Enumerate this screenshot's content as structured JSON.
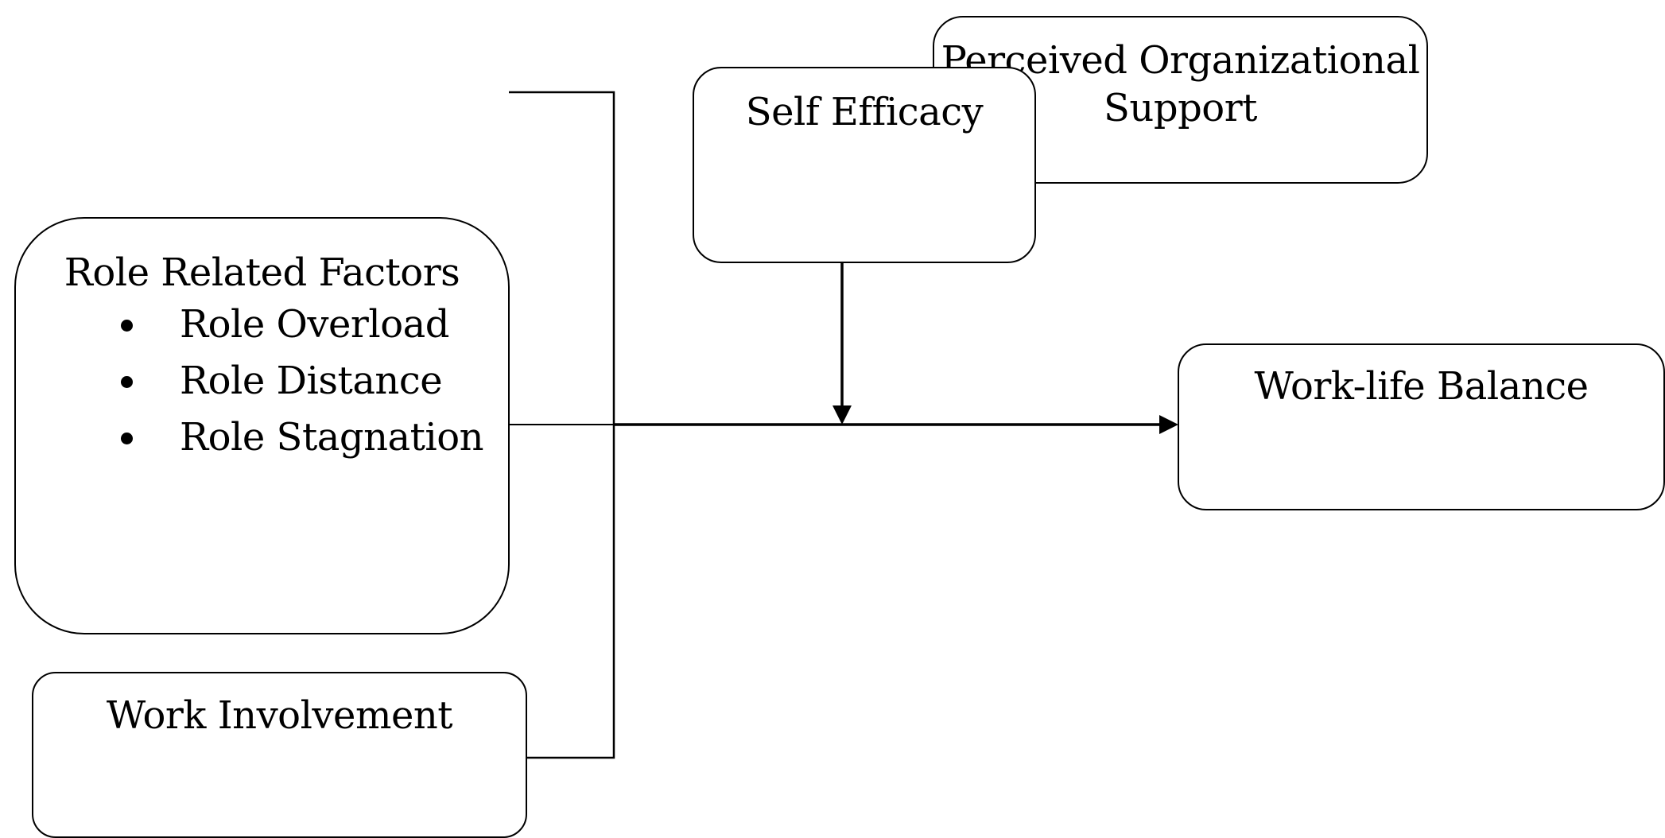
{
  "boxes": {
    "perceived_org_support": {
      "line1": "Perceived Organizational",
      "line2": "Support"
    },
    "self_efficacy": {
      "title": "Self Efficacy"
    },
    "role_related_factors": {
      "title": "Role Related Factors",
      "items": [
        "Role Overload",
        "Role Distance",
        "Role Stagnation"
      ]
    },
    "work_involvement": {
      "title": "Work Involvement"
    },
    "work_life_balance": {
      "title": "Work-life Balance"
    }
  }
}
